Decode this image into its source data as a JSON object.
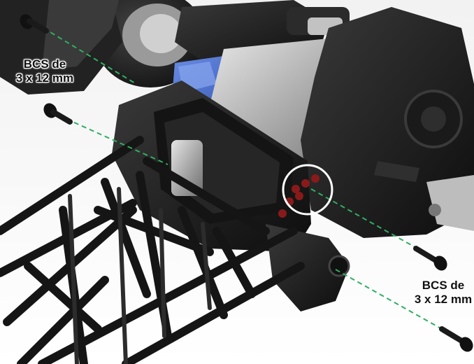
{
  "callouts": [
    {
      "line1": "BCS de",
      "line2": "3 x 12 mm"
    },
    {
      "line1": "BCS de",
      "line2": "3 x 12 mm"
    }
  ],
  "colors": {
    "frame": "#1a1a1a",
    "motor_blue": "#4a6fd0",
    "motor_silver": "#b8b8b8",
    "guide_line": "#2fae63",
    "highlight_circle": "#ffffff",
    "hole_red": "#8a1a1a"
  },
  "icons": [
    "screw-icon",
    "highlight-circle"
  ]
}
